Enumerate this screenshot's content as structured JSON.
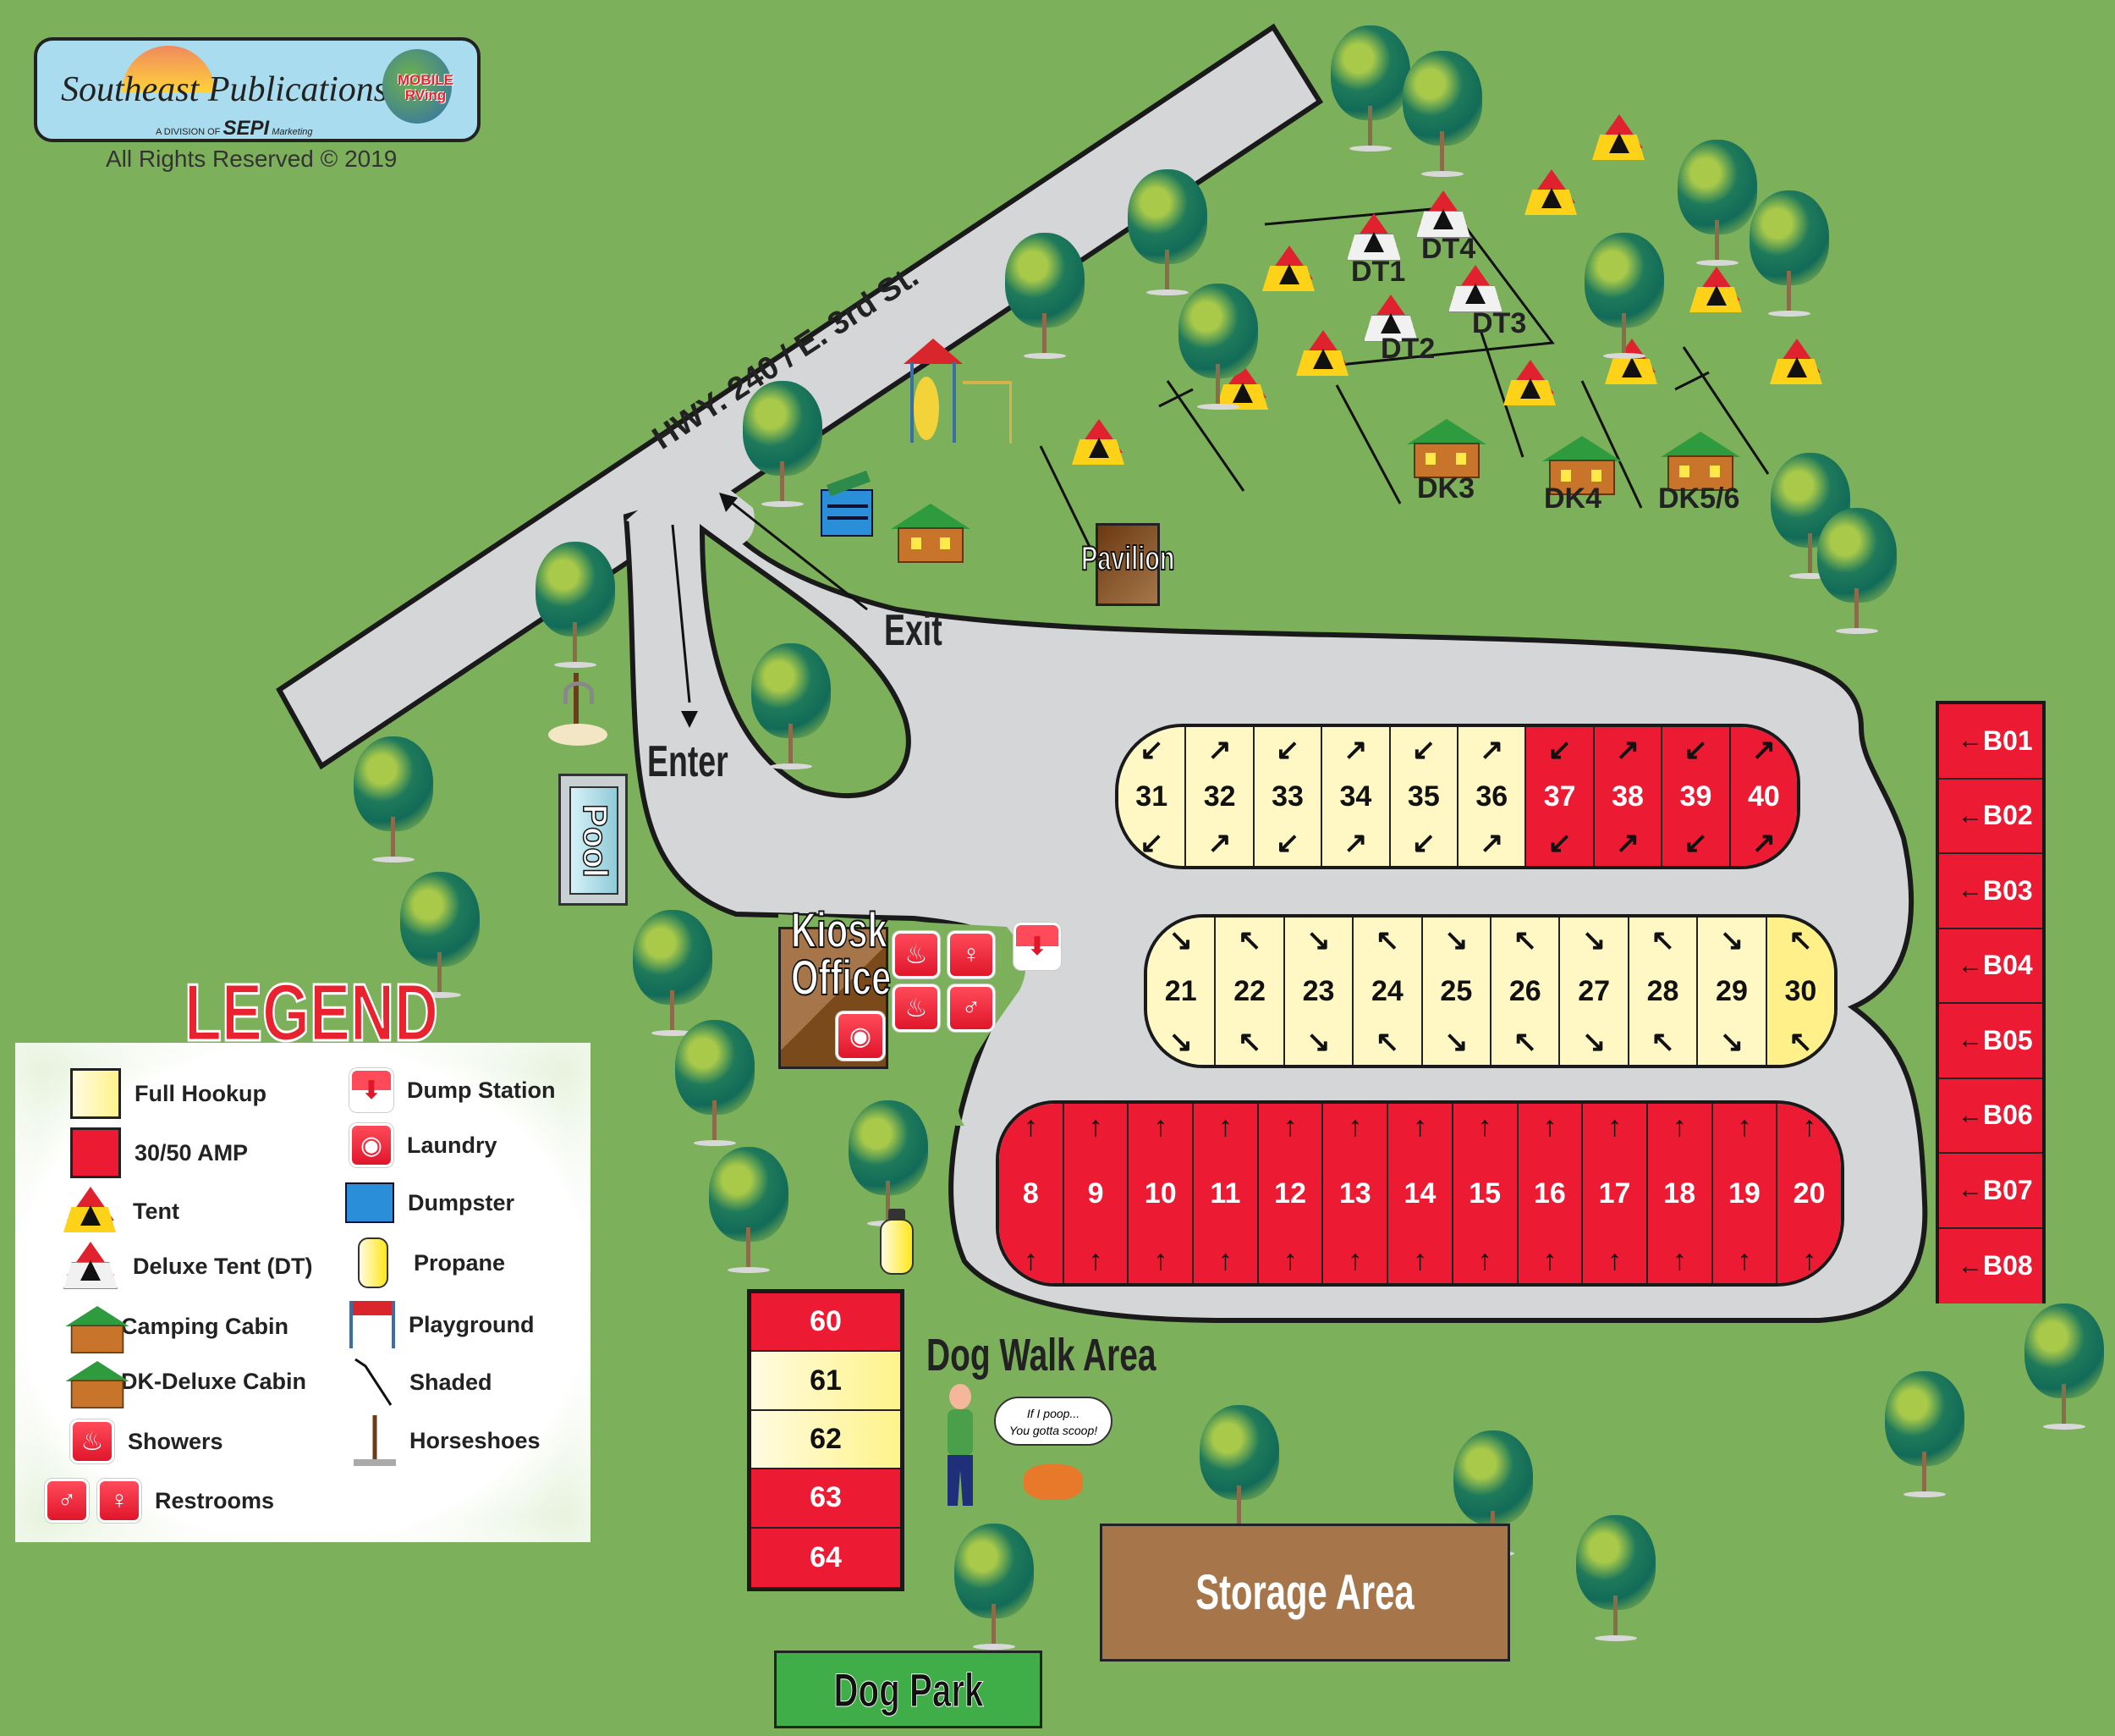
{
  "logo": {
    "brand": "Southeast Publications",
    "division": "A DIVISION OF",
    "sepi": "SEPI",
    "marketing": "Marketing",
    "partner_line1": "MOBILE",
    "partner_line2": "RVing"
  },
  "rights": "All Rights Reserved © 2019",
  "road": {
    "highway_label": "HWY. 240 / E. 3rd St.",
    "enter_label": "Enter",
    "exit_label": "Exit"
  },
  "amenities": {
    "pavilion": "Pavilion",
    "pool": "Pool",
    "kiosk_line1": "Kiosk",
    "kiosk_line2": "Office",
    "dog_walk": "Dog Walk Area",
    "dog_bubble_line1": "If I poop...",
    "dog_bubble_line2": "You gotta scoop!",
    "storage": "Storage Area",
    "dog_park": "Dog Park"
  },
  "deluxe_tents": [
    "DT1",
    "DT2",
    "DT3",
    "DT4"
  ],
  "deluxe_cabins": [
    "DK3",
    "DK4",
    "DK5/6"
  ],
  "sites": {
    "row_top": [
      {
        "num": "31",
        "type": "full",
        "top": "↙",
        "bottom": "↙"
      },
      {
        "num": "32",
        "type": "full",
        "top": "↗",
        "bottom": "↗"
      },
      {
        "num": "33",
        "type": "full",
        "top": "↙",
        "bottom": "↙"
      },
      {
        "num": "34",
        "type": "full",
        "top": "↗",
        "bottom": "↗"
      },
      {
        "num": "35",
        "type": "full",
        "top": "↙",
        "bottom": "↙"
      },
      {
        "num": "36",
        "type": "full",
        "top": "↗",
        "bottom": "↗"
      },
      {
        "num": "37",
        "type": "red",
        "top": "↙",
        "bottom": "↙"
      },
      {
        "num": "38",
        "type": "red",
        "top": "↗",
        "bottom": "↗"
      },
      {
        "num": "39",
        "type": "red",
        "top": "↙",
        "bottom": "↙"
      },
      {
        "num": "40",
        "type": "red",
        "top": "↗",
        "bottom": "↗"
      }
    ],
    "row_middle": [
      {
        "num": "21",
        "type": "full",
        "top": "↘",
        "bottom": "↘"
      },
      {
        "num": "22",
        "type": "full",
        "top": "↖",
        "bottom": "↖"
      },
      {
        "num": "23",
        "type": "full",
        "top": "↘",
        "bottom": "↘"
      },
      {
        "num": "24",
        "type": "full",
        "top": "↖",
        "bottom": "↖"
      },
      {
        "num": "25",
        "type": "full",
        "top": "↘",
        "bottom": "↘"
      },
      {
        "num": "26",
        "type": "full",
        "top": "↖",
        "bottom": "↖"
      },
      {
        "num": "27",
        "type": "full",
        "top": "↘",
        "bottom": "↘"
      },
      {
        "num": "28",
        "type": "full",
        "top": "↖",
        "bottom": "↖"
      },
      {
        "num": "29",
        "type": "full",
        "top": "↘",
        "bottom": "↘"
      },
      {
        "num": "30",
        "type": "full",
        "top": "↖",
        "bottom": "↖"
      }
    ],
    "row_bottom": [
      {
        "num": "8",
        "type": "red",
        "top": "↑",
        "bottom": "↑"
      },
      {
        "num": "9",
        "type": "red",
        "top": "↑",
        "bottom": "↑"
      },
      {
        "num": "10",
        "type": "red",
        "top": "↑",
        "bottom": "↑"
      },
      {
        "num": "11",
        "type": "red",
        "top": "↑",
        "bottom": "↑"
      },
      {
        "num": "12",
        "type": "red",
        "top": "↑",
        "bottom": "↑"
      },
      {
        "num": "13",
        "type": "red",
        "top": "↑",
        "bottom": "↑"
      },
      {
        "num": "14",
        "type": "red",
        "top": "↑",
        "bottom": "↑"
      },
      {
        "num": "15",
        "type": "red",
        "top": "↑",
        "bottom": "↑"
      },
      {
        "num": "16",
        "type": "red",
        "top": "↑",
        "bottom": "↑"
      },
      {
        "num": "17",
        "type": "red",
        "top": "↑",
        "bottom": "↑"
      },
      {
        "num": "18",
        "type": "red",
        "top": "↑",
        "bottom": "↑"
      },
      {
        "num": "19",
        "type": "red",
        "top": "↑",
        "bottom": "↑"
      },
      {
        "num": "20",
        "type": "red",
        "top": "↑",
        "bottom": "↑"
      }
    ],
    "b_column": [
      "B01",
      "B02",
      "B03",
      "B04",
      "B05",
      "B06",
      "B07",
      "B08"
    ],
    "b_arrow": "←",
    "south_column": [
      {
        "num": "60",
        "type": "red"
      },
      {
        "num": "61",
        "type": "full"
      },
      {
        "num": "62",
        "type": "full"
      },
      {
        "num": "63",
        "type": "red"
      },
      {
        "num": "64",
        "type": "red"
      }
    ]
  },
  "legend": {
    "title": "LEGEND",
    "items": [
      {
        "icon": "full-hookup-swatch",
        "label": "Full Hookup"
      },
      {
        "icon": "amp-swatch",
        "label": "30/50 AMP"
      },
      {
        "icon": "tent-icon",
        "label": "Tent"
      },
      {
        "icon": "deluxe-tent-icon",
        "label": "Deluxe Tent (DT)"
      },
      {
        "icon": "camping-cabin-icon",
        "label": "Camping Cabin"
      },
      {
        "icon": "deluxe-cabin-icon",
        "label": "DK-Deluxe Cabin"
      },
      {
        "icon": "shower-icon",
        "label": "Showers"
      },
      {
        "icon": "restroom-icon",
        "label": "Restrooms"
      },
      {
        "icon": "dump-station-icon",
        "label": "Dump Station"
      },
      {
        "icon": "laundry-icon",
        "label": "Laundry"
      },
      {
        "icon": "dumpster-icon",
        "label": "Dumpster"
      },
      {
        "icon": "propane-icon",
        "label": "Propane"
      },
      {
        "icon": "playground-icon",
        "label": "Playground"
      },
      {
        "icon": "shaded-icon",
        "label": "Shaded"
      },
      {
        "icon": "horseshoes-icon",
        "label": "Horseshoes"
      }
    ]
  },
  "colors": {
    "grass": "#7db05a",
    "road": "#d4d6d8",
    "amp_red": "#ec1a32",
    "full_hookup": "#fff7c4",
    "storage_brown": "#a6764a",
    "dog_park_green": "#3fae49"
  }
}
